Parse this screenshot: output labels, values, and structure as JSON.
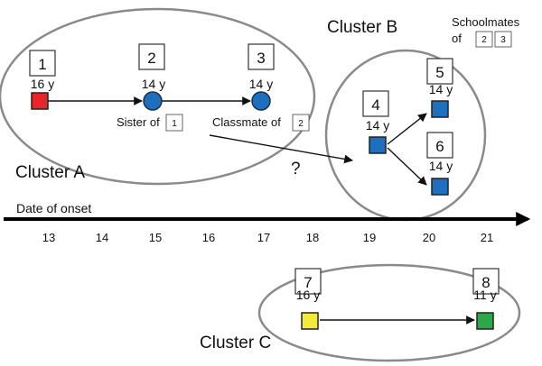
{
  "clusters": {
    "a": {
      "label": "Cluster A"
    },
    "b": {
      "label": "Cluster B"
    },
    "c": {
      "label": "Cluster C"
    }
  },
  "timeline": {
    "label": "Date of onset",
    "ticks": [
      "13",
      "14",
      "15",
      "16",
      "17",
      "18",
      "19",
      "20",
      "21"
    ]
  },
  "cases": [
    {
      "id": "1",
      "age": "16 y",
      "color": "#e8262a",
      "shape": "square"
    },
    {
      "id": "2",
      "age": "14 y",
      "color": "#1f6fbf",
      "shape": "circle"
    },
    {
      "id": "3",
      "age": "14 y",
      "color": "#1f6fbf",
      "shape": "circle"
    },
    {
      "id": "4",
      "age": "14 y",
      "color": "#1f6fbf",
      "shape": "square"
    },
    {
      "id": "5",
      "age": "14 y",
      "color": "#1f6fbf",
      "shape": "square"
    },
    {
      "id": "6",
      "age": "14 y",
      "color": "#1f6fbf",
      "shape": "square"
    },
    {
      "id": "7",
      "age": "16 y",
      "color": "#f4ea3c",
      "shape": "square"
    },
    {
      "id": "8",
      "age": "11 y",
      "color": "#2aa84a",
      "shape": "square"
    }
  ],
  "relations": {
    "sister": {
      "text": "Sister of",
      "ref": "1"
    },
    "classmate": {
      "text": "Classmate of",
      "ref": "2"
    },
    "schoolmates": {
      "line1": "Schoolmates",
      "line2": "of",
      "refs": [
        "2",
        "3"
      ]
    }
  },
  "unknown_link": "?"
}
